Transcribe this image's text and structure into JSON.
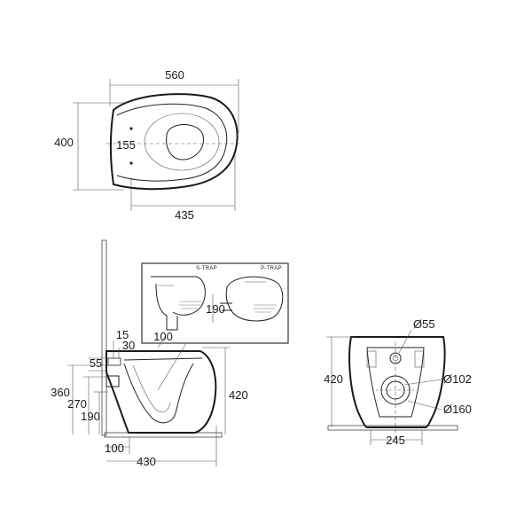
{
  "top_view": {
    "width_label": "560",
    "depth_label": "400",
    "fixing_label": "155",
    "base_label": "435"
  },
  "side_view": {
    "d15": "15",
    "d30": "30",
    "d55": "55",
    "d360": "360",
    "d270": "270",
    "d190": "190",
    "d420": "420",
    "d100": "100",
    "d430": "430"
  },
  "inset": {
    "s_trap": "S-TRAP",
    "p_trap": "P-TRAP",
    "d190": "190",
    "d100": "100"
  },
  "rear_view": {
    "d420": "420",
    "d55": "Ø55",
    "d102": "Ø102",
    "d160": "Ø160",
    "d245": "245"
  }
}
